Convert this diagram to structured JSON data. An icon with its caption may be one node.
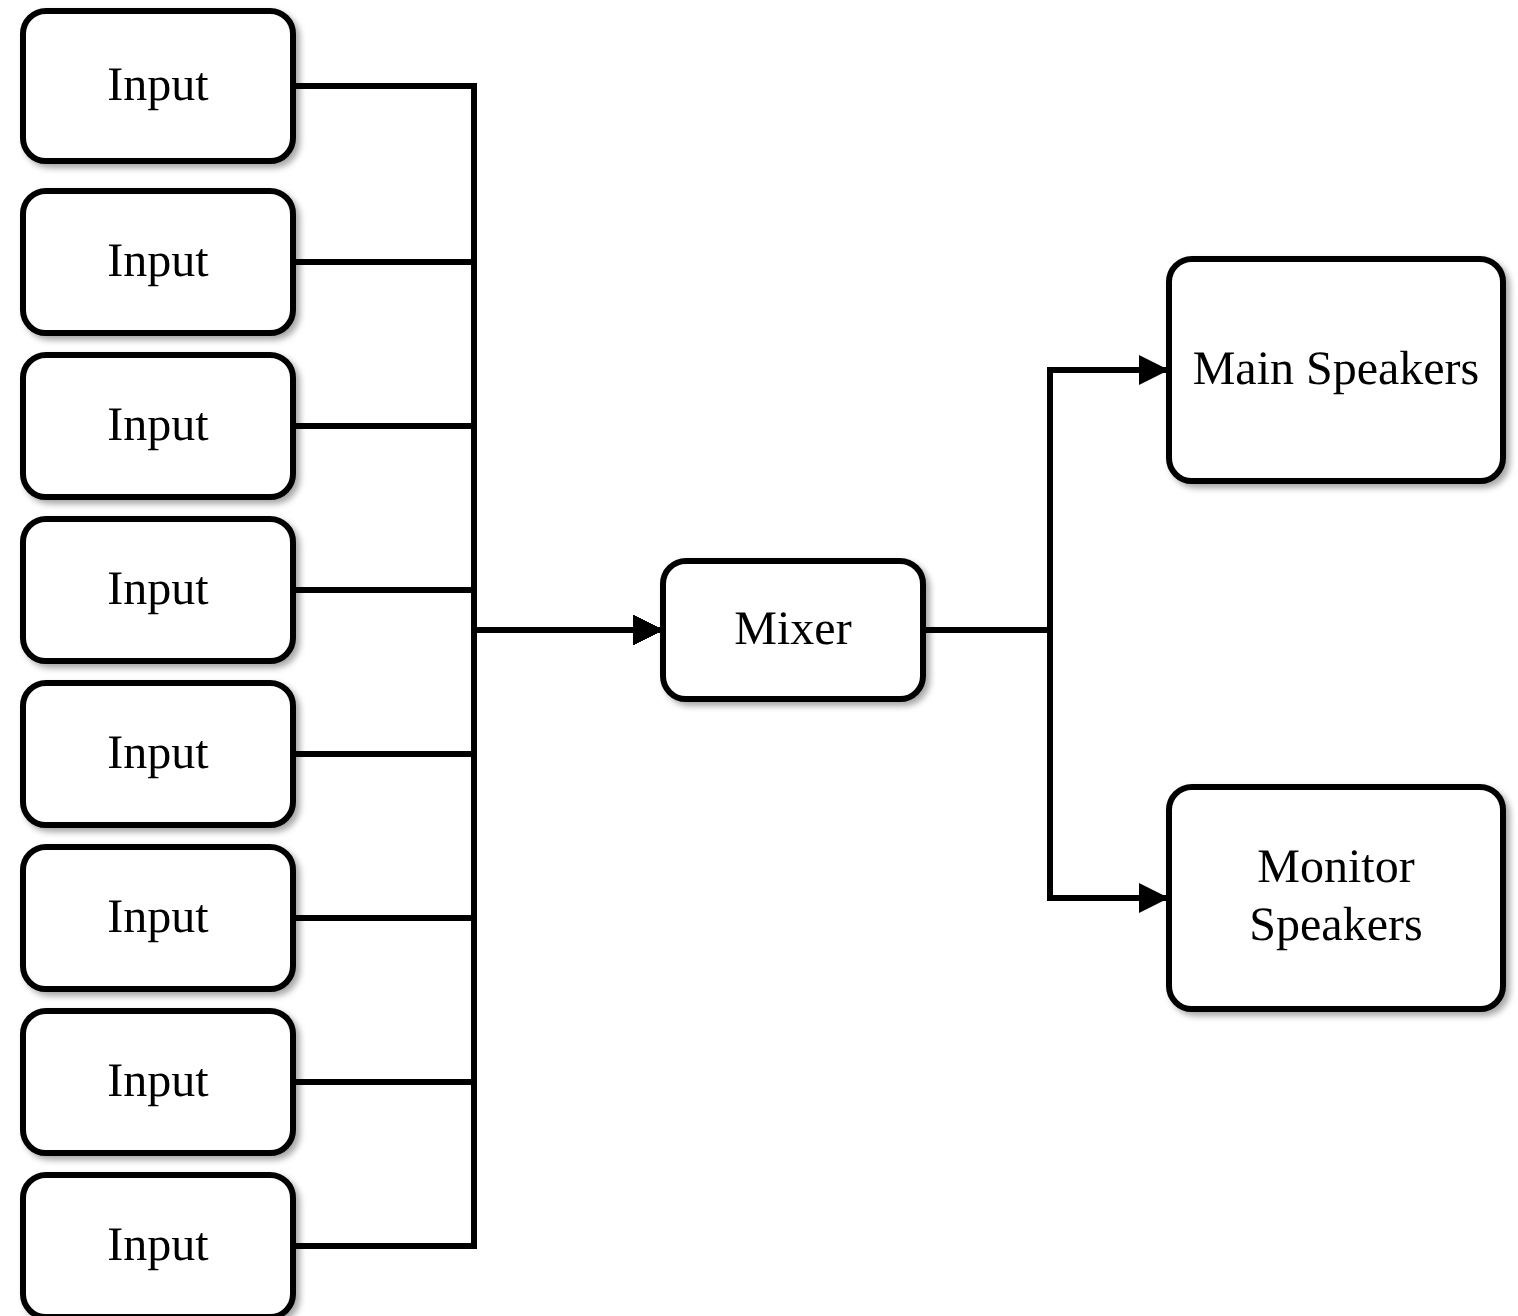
{
  "diagram": {
    "nodes": [
      {
        "text": [
          "Input"
        ]
      },
      {
        "text": [
          "Input"
        ]
      },
      {
        "text": [
          "Input"
        ]
      },
      {
        "text": [
          "Input"
        ]
      },
      {
        "text": [
          "Input"
        ]
      },
      {
        "text": [
          "Input"
        ]
      },
      {
        "text": [
          "Input"
        ]
      },
      {
        "text": [
          "Input"
        ]
      },
      {
        "text": [
          "Mixer"
        ]
      },
      {
        "text": [
          "Main Speakers"
        ]
      },
      {
        "text": [
          "Monitor Speakers"
        ]
      }
    ],
    "edges": [
      {
        "from": 0,
        "to": 8,
        "arrow": "to"
      },
      {
        "from": 1,
        "to": 8,
        "arrow": "to"
      },
      {
        "from": 2,
        "to": 8,
        "arrow": "to"
      },
      {
        "from": 3,
        "to": 8,
        "arrow": "to"
      },
      {
        "from": 4,
        "to": 8,
        "arrow": "to"
      },
      {
        "from": 5,
        "to": 8,
        "arrow": "to"
      },
      {
        "from": 6,
        "to": 8,
        "arrow": "to"
      },
      {
        "from": 7,
        "to": 8,
        "arrow": "to"
      },
      {
        "from": 8,
        "to": 9,
        "arrow": "to"
      },
      {
        "from": 8,
        "to": 10,
        "arrow": "to"
      }
    ]
  }
}
